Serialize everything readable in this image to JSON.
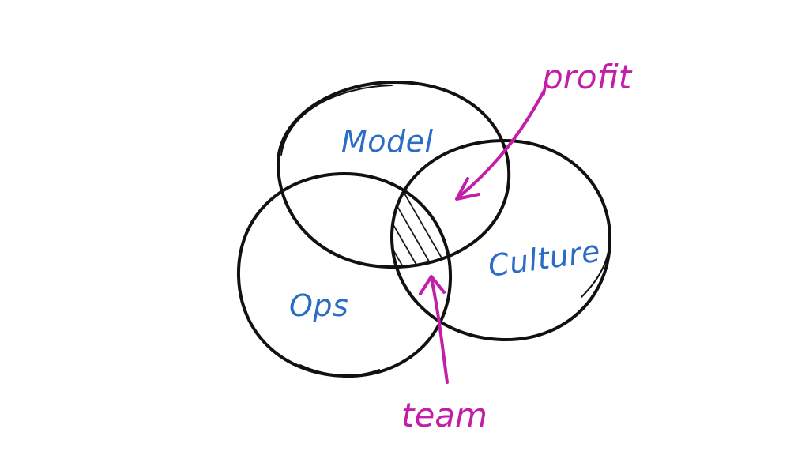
{
  "circles": [
    {
      "id": "model",
      "label": "Model"
    },
    {
      "id": "ops",
      "label": "Ops"
    },
    {
      "id": "culture",
      "label": "Culture"
    }
  ],
  "annotations": [
    {
      "id": "profit",
      "label": "profit",
      "points_to": "model-culture overlap"
    },
    {
      "id": "team",
      "label": "team",
      "points_to": "ops-culture overlap"
    }
  ],
  "colors": {
    "outline": "#111111",
    "circle_label": "#2b6cc4",
    "annotation": "#c21ea8",
    "background": "#ffffff"
  }
}
